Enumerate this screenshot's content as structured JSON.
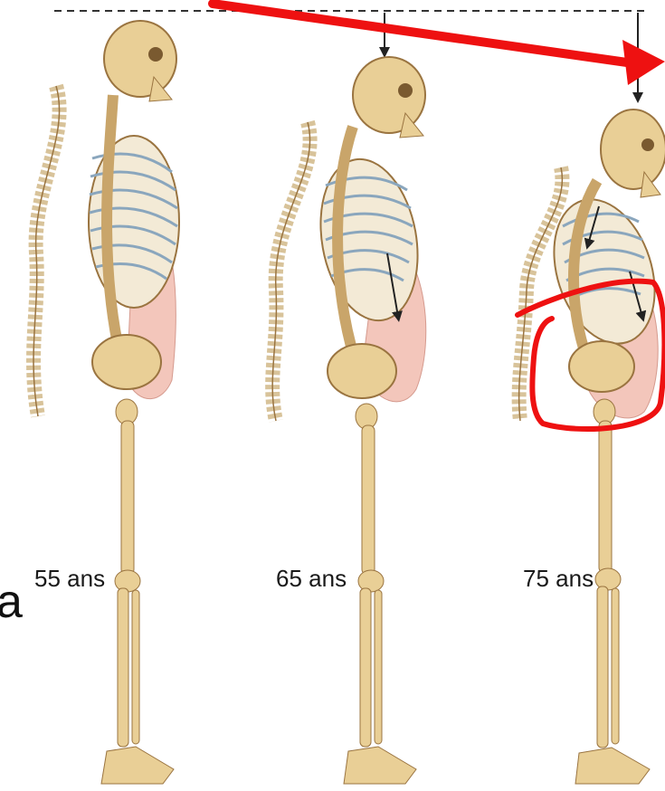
{
  "figure": {
    "stages": [
      {
        "label": "55 ans"
      },
      {
        "label": "65 ans"
      },
      {
        "label": "75 ans"
      }
    ],
    "edge_text": "a",
    "colors": {
      "bone": "#e9cf96",
      "bone_outline": "#9a7440",
      "ribs": "#f3ead6",
      "rib_shadow": "#8aa6bd",
      "abdomen": "#f3c6bb",
      "annotation": "#ee1111",
      "reference_line": "#333333"
    }
  }
}
